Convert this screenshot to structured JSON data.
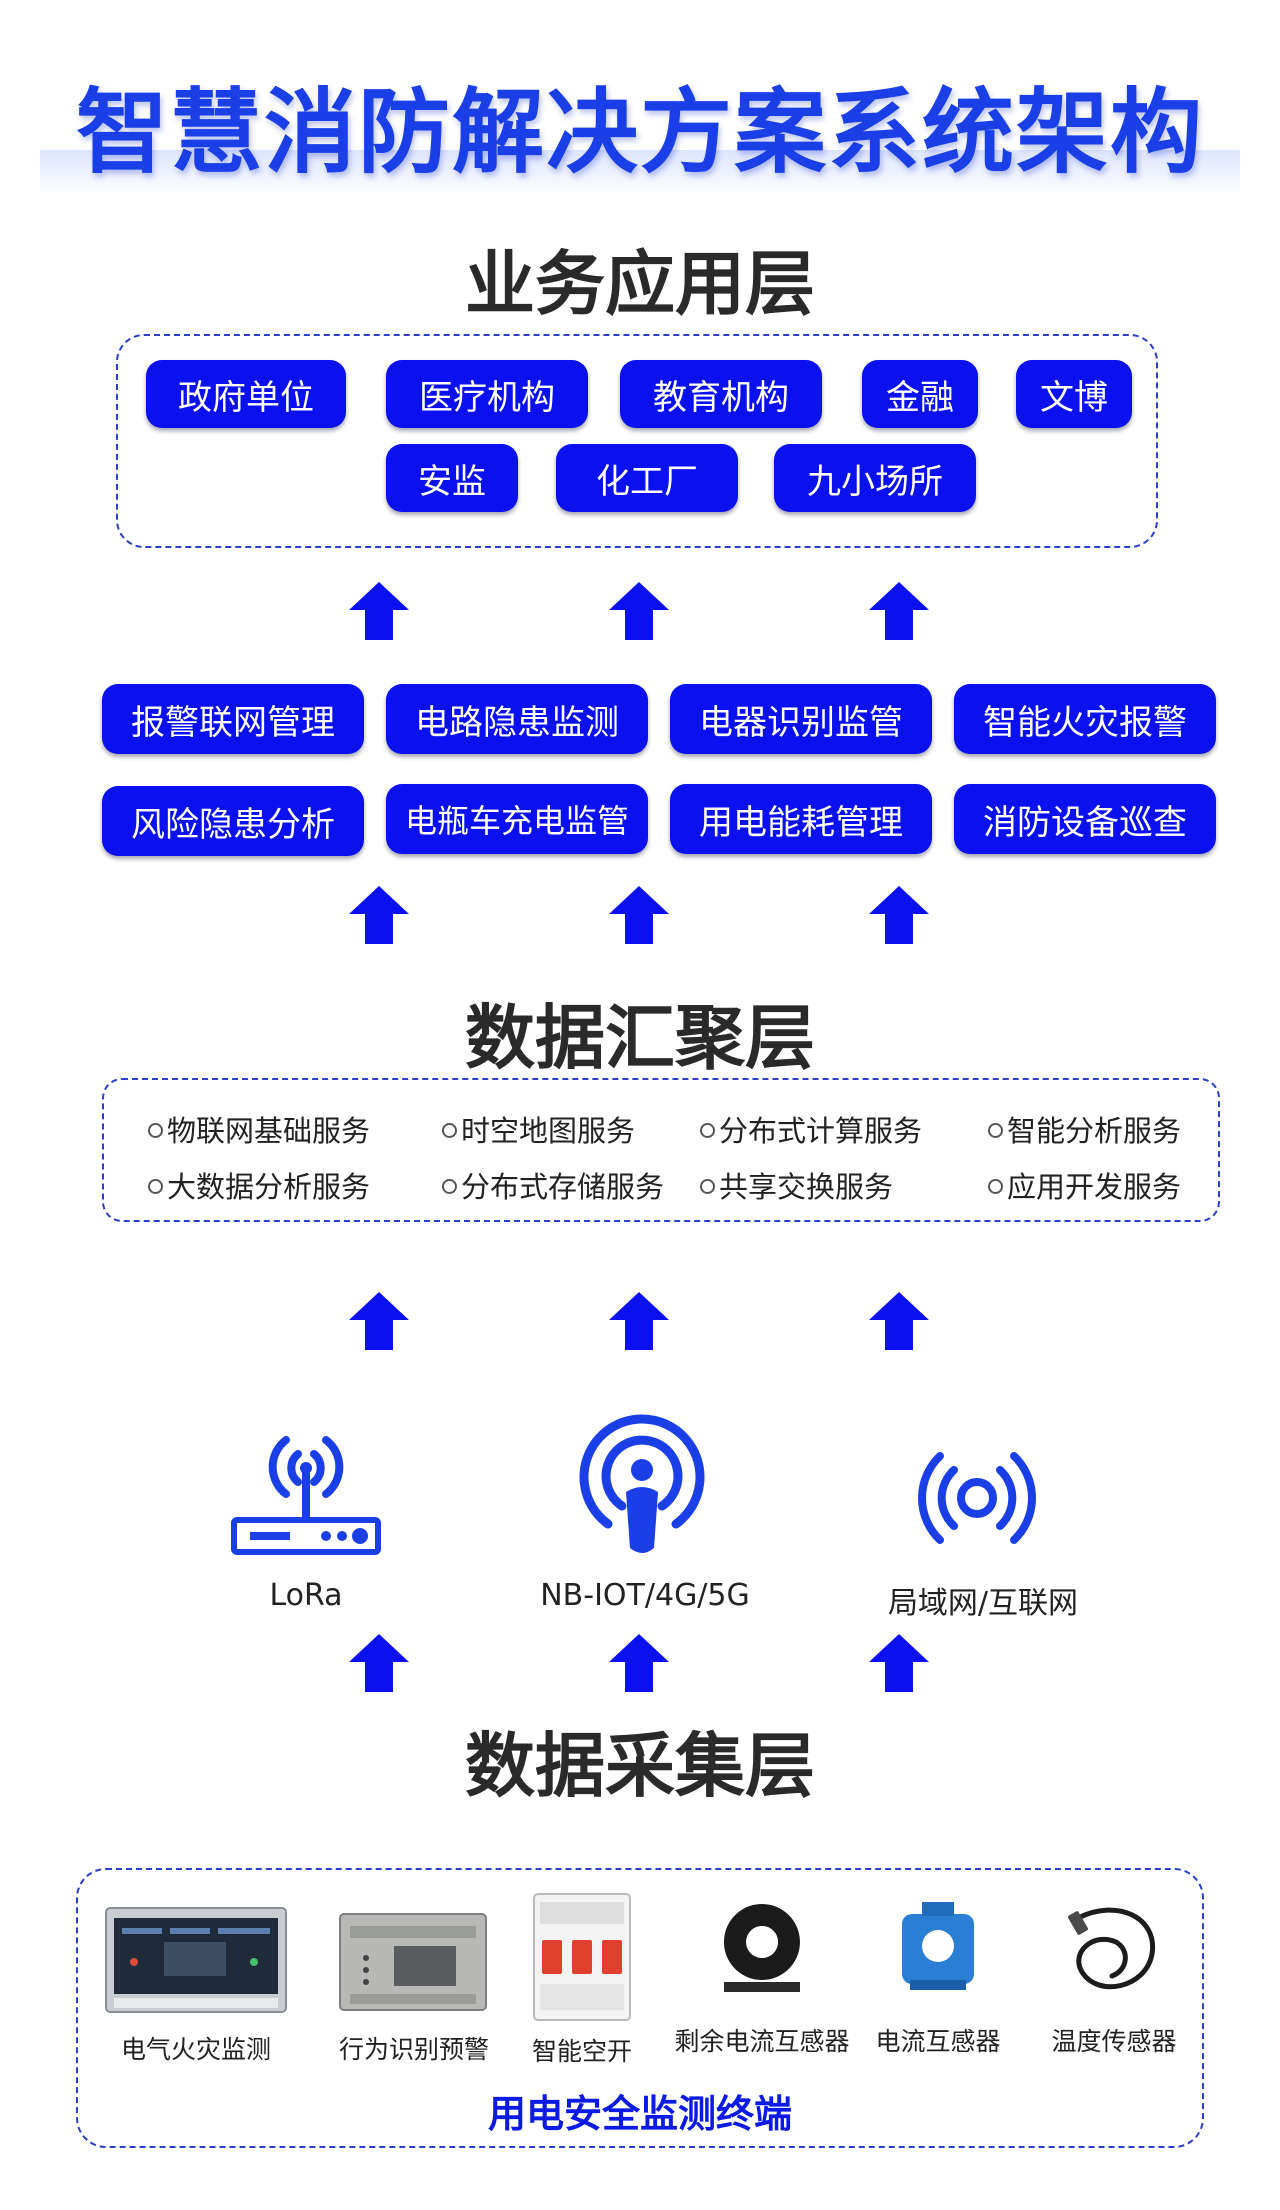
{
  "title": "智慧消防解决方案系统架构",
  "layers": {
    "application": {
      "title": "业务应用层",
      "clients": [
        "政府单位",
        "医疗机构",
        "教育机构",
        "金融",
        "文博",
        "安监",
        "化工厂",
        "九小场所"
      ]
    },
    "functions": [
      "报警联网管理",
      "电路隐患监测",
      "电器识别监管",
      "智能火灾报警",
      "风险隐患分析",
      "电瓶车充电监管",
      "用电能耗管理",
      "消防设备巡查"
    ],
    "aggregation": {
      "title": "数据汇聚层",
      "services": [
        "物联网基础服务",
        "时空地图服务",
        "分布式计算服务",
        "智能分析服务",
        "大数据分析服务",
        "分布式存储服务",
        "共享交换服务",
        "应用开发服务"
      ]
    },
    "network": [
      {
        "label": "LoRa",
        "icon": "router-icon"
      },
      {
        "label": "NB-IOT/4G/5G",
        "icon": "broadcast-person-icon"
      },
      {
        "label": "局域网/互联网",
        "icon": "wireless-signal-icon"
      }
    ],
    "collection": {
      "title": "数据采集层",
      "devices": [
        "电气火灾监测",
        "行为识别预警",
        "智能空开",
        "剩余电流互感器",
        "电流互感器",
        "温度传感器"
      ],
      "group_label": "用电安全监测终端"
    }
  },
  "colors": {
    "accent": "#0a10ee",
    "title": "#1a3fe6",
    "heading": "#2b2a2a"
  }
}
